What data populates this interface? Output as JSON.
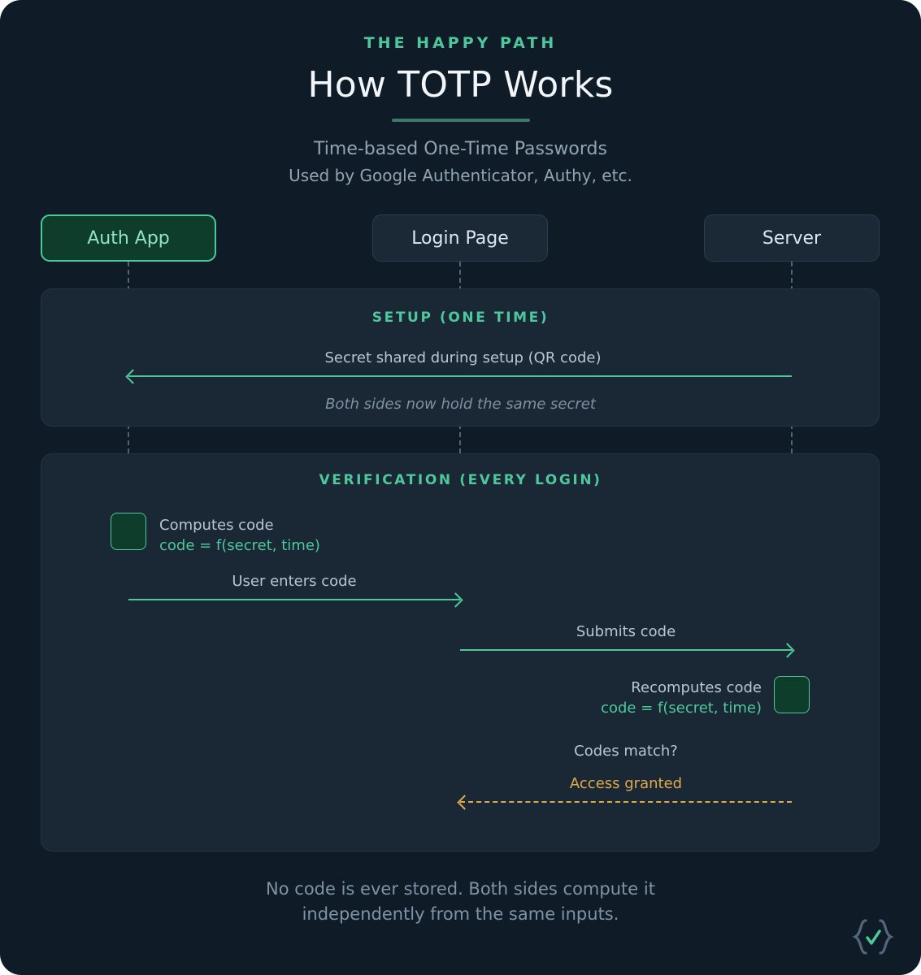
{
  "header": {
    "eyebrow": "THE HAPPY PATH",
    "title": "How TOTP Works",
    "subtitle_1": "Time-based One-Time Passwords",
    "subtitle_2": "Used by Google Authenticator, Authy, etc."
  },
  "actors": [
    {
      "label": "Auth App",
      "style": "highlight"
    },
    {
      "label": "Login Page",
      "style": "plain"
    },
    {
      "label": "Server",
      "style": "plain"
    }
  ],
  "sections": [
    {
      "label": "SETUP (ONE TIME)",
      "messages": [
        {
          "label": "Secret shared during setup (QR code)",
          "direction": "left",
          "style": "solid"
        }
      ],
      "note": "Both sides now hold the same secret"
    },
    {
      "label": "VERIFICATION (EVERY LOGIN)",
      "activations": [
        {
          "actor": "Auth App",
          "line_1": "Computes code",
          "line_2": "code = f(secret, time)"
        },
        {
          "actor": "Server",
          "line_1": "Recomputes code",
          "line_2": "code = f(secret, time)"
        }
      ],
      "messages": [
        {
          "label": "User enters code",
          "direction": "right",
          "style": "solid"
        },
        {
          "label": "Submits code",
          "direction": "right",
          "style": "solid"
        },
        {
          "label": "Codes match?",
          "direction": "none",
          "style": "none"
        },
        {
          "label": "Access granted",
          "direction": "left",
          "style": "dashed"
        }
      ]
    }
  ],
  "footer": {
    "line_1": "No code is ever stored. Both sides compute it",
    "line_2": "independently from the same inputs."
  },
  "logo": {
    "name": "braces-check-logo"
  },
  "colors": {
    "background": "#0f1b26",
    "panel": "#1a2836",
    "accent_green": "#4ec89a",
    "amber": "#e0a94a",
    "muted_text": "#92a4b4"
  }
}
